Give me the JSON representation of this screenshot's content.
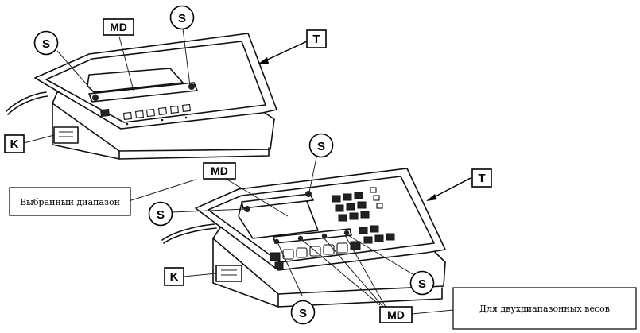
{
  "labels": {
    "s": "S",
    "md": "MD",
    "t": "T",
    "k": "K"
  },
  "notes": {
    "selected_range": "Выбранный диапазон",
    "dual_range": "Для двухдиапазонных весов"
  }
}
